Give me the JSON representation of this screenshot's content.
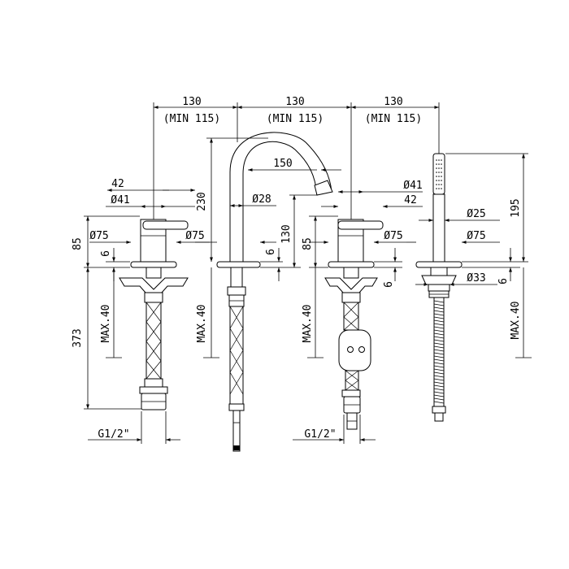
{
  "dimensions": {
    "spacing_left": "130",
    "spacing_mid": "130",
    "spacing_right": "130",
    "min_left": "(MIN 115)",
    "min_mid": "(MIN 115)",
    "min_right": "(MIN 115)",
    "left_mixer": {
      "lever": "42",
      "body_dia": "Ø41",
      "flange_dia": "Ø75",
      "height": "85",
      "flange_thk": "6",
      "max_deck": "MAX.40",
      "hose_len": "373",
      "thread": "G1/2\""
    },
    "spout": {
      "reach": "150",
      "height": "230",
      "tube_dia": "Ø28",
      "flange_dia": "Ø75",
      "body_height": "130",
      "flange_thk": "6",
      "max_deck": "MAX.40"
    },
    "right_mixer": {
      "body_dia": "Ø41",
      "lever": "42",
      "flange_dia": "Ø75",
      "height": "85",
      "flange_thk": "6",
      "max_deck": "MAX.40",
      "thread": "G1/2\""
    },
    "handshower": {
      "height": "195",
      "handle_dia": "Ø25",
      "flange_dia": "Ø75",
      "base_dia": "Ø33",
      "flange_thk": "6",
      "max_deck": "MAX.40"
    }
  }
}
